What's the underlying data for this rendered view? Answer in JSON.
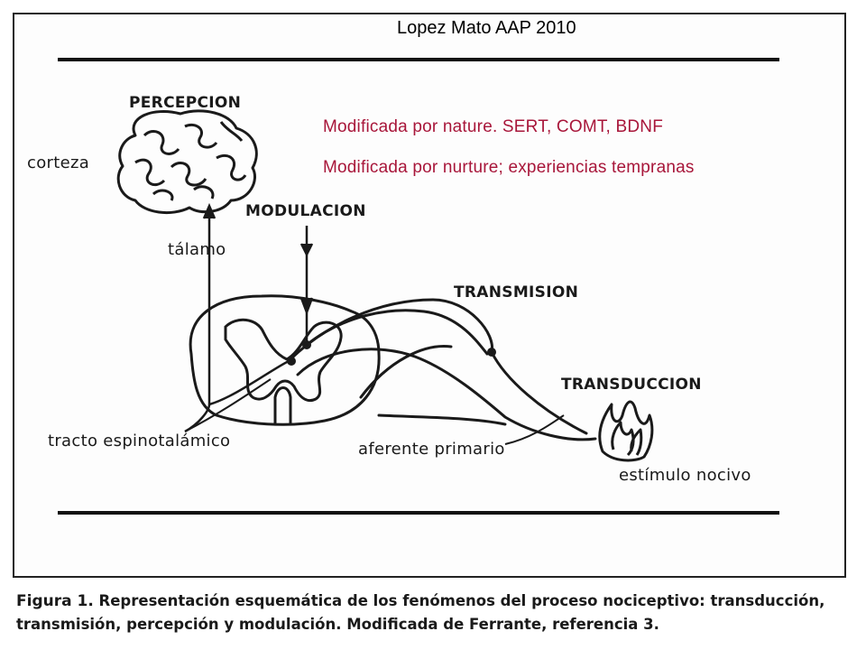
{
  "title": "Lopez Mato AAP 2010",
  "notes": {
    "nature": "Modificada por nature. SERT, COMT, BDNF",
    "nurture": "Modificada por nurture; experiencias tempranas"
  },
  "labels": {
    "percepcion": "PERCEPCION",
    "corteza": "corteza",
    "modulacion": "MODULACION",
    "talamo": "tálamo",
    "transmision": "TRANSMISION",
    "transduccion": "TRANSDUCCION",
    "tracto": "tracto espinotalámico",
    "aferente": "aferente primario",
    "estimulo": "estímulo nocivo"
  },
  "caption": {
    "figure": "Figura 1.",
    "line1": "Representación esquemática de los fenómenos del proceso nociceptivo: transducción,",
    "line2": "transmisión, percepción y modulación. Modificada de Ferrante, referencia 3."
  },
  "colors": {
    "note": "#a8163a",
    "ink": "#1a1a1a"
  }
}
